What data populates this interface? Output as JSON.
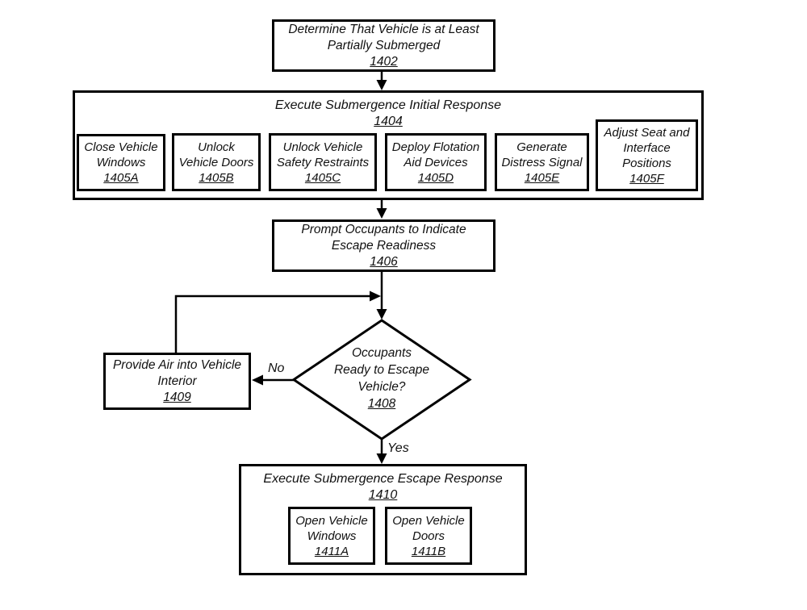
{
  "colors": {
    "line": "#000000",
    "background": "#ffffff",
    "text": "#111111"
  },
  "nodes": {
    "n1402": {
      "lines": [
        "Determine That Vehicle is at Least",
        "Partially Submerged"
      ],
      "ref": "1402"
    },
    "n1404": {
      "title": "Execute Submergence Initial Response",
      "ref": "1404"
    },
    "n1405a": {
      "lines": [
        "Close Vehicle",
        "Windows"
      ],
      "ref": "1405A"
    },
    "n1405b": {
      "lines": [
        "Unlock",
        "Vehicle Doors"
      ],
      "ref": "1405B"
    },
    "n1405c": {
      "lines": [
        "Unlock Vehicle",
        "Safety Restraints"
      ],
      "ref": "1405C"
    },
    "n1405d": {
      "lines": [
        "Deploy Flotation",
        "Aid Devices"
      ],
      "ref": "1405D"
    },
    "n1405e": {
      "lines": [
        "Generate",
        "Distress Signal"
      ],
      "ref": "1405E"
    },
    "n1405f": {
      "lines": [
        "Adjust Seat and",
        "Interface",
        "Positions"
      ],
      "ref": "1405F"
    },
    "n1406": {
      "lines": [
        "Prompt Occupants to Indicate",
        "Escape Readiness"
      ],
      "ref": "1406"
    },
    "n1408": {
      "lines": [
        "Occupants",
        "Ready to Escape",
        "Vehicle?"
      ],
      "ref": "1408"
    },
    "n1409": {
      "lines": [
        "Provide Air into Vehicle",
        "Interior"
      ],
      "ref": "1409"
    },
    "n1410": {
      "title": "Execute Submergence Escape Response",
      "ref": "1410"
    },
    "n1411a": {
      "lines": [
        "Open Vehicle",
        "Windows"
      ],
      "ref": "1411A"
    },
    "n1411b": {
      "lines": [
        "Open Vehicle",
        "Doors"
      ],
      "ref": "1411B"
    }
  },
  "edges": {
    "no_label": "No",
    "yes_label": "Yes"
  }
}
